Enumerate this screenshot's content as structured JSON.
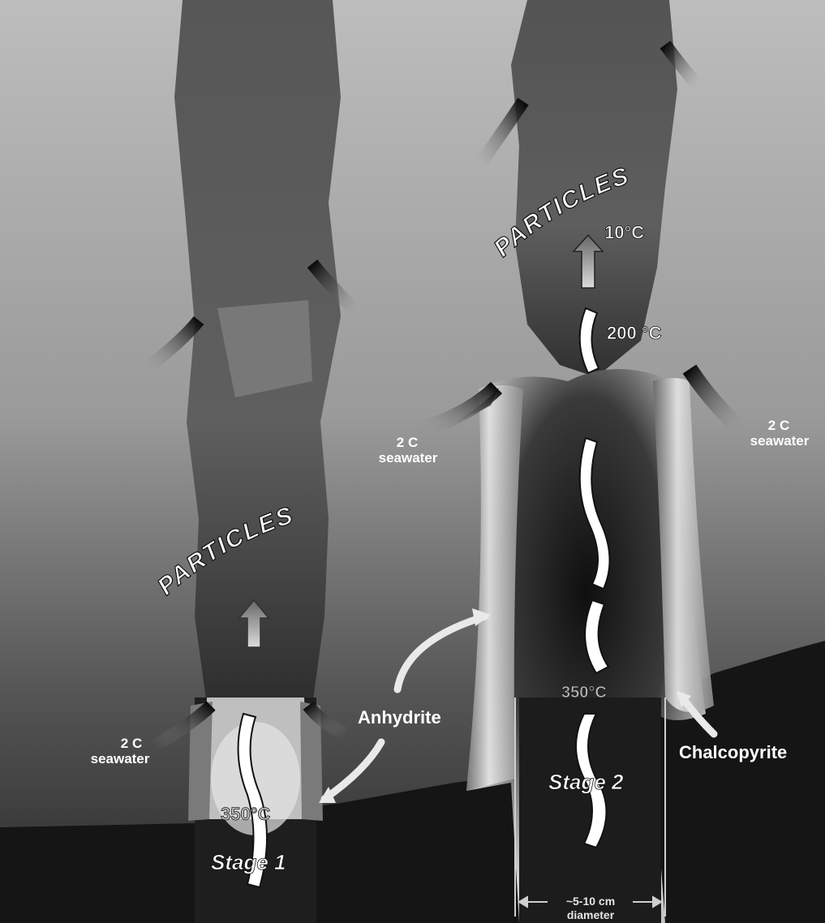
{
  "labels": {
    "particles_left": "PARTICLES",
    "particles_right": "PARTICLES",
    "temp_10": "10°C",
    "temp_200": "200 °C",
    "temp_350_right": "350°C",
    "temp_350_left": "350°C",
    "seawater_left_deg": "2 C",
    "seawater_left_word": "seawater",
    "seawater_mid_deg": "2 C",
    "seawater_mid_word": "seawater",
    "seawater_right_deg": "2 C",
    "seawater_right_word": "seawater",
    "anhydrite": "Anhydrite",
    "chalcopyrite": "Chalcopyrite",
    "stage1": "Stage 1",
    "stage2": "Stage 2",
    "diameter_value": "~5-10 cm",
    "diameter_word": "diameter"
  },
  "colors": {
    "background_top": "#b9b9b9",
    "background_bottom": "#3a3a3a",
    "plume": "#5e5e5e",
    "seafloor": "#151515",
    "chimney_wall_light": "#e8e8e8",
    "chimney_interior_dark": "#1a1a1a"
  }
}
